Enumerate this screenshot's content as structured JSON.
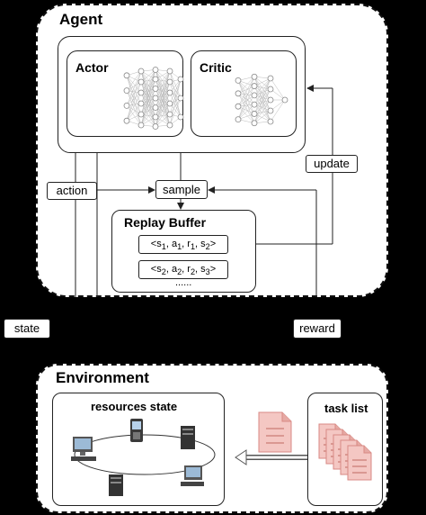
{
  "agent": {
    "title": "Agent",
    "actor_label": "Actor",
    "critic_label": "Critic",
    "sample_label": "sample",
    "action_label": "action",
    "update_label": "update",
    "replay_buffer": {
      "title": "Replay Buffer",
      "tuples": [
        {
          "s": "s",
          "a": "a",
          "r": "r",
          "s2": "s",
          "i1": "1",
          "i2": "1",
          "i3": "1",
          "i4": "2"
        },
        {
          "s": "s",
          "a": "a",
          "r": "r",
          "s2": "s",
          "i1": "2",
          "i2": "2",
          "i3": "2",
          "i4": "3"
        }
      ],
      "ellipsis": "......"
    }
  },
  "state_label": "state",
  "reward_label": "reward",
  "environment": {
    "title": "Environment",
    "resources_state_label": "resources state",
    "task_list_label": "task list"
  },
  "colors": {
    "background": "#000000",
    "panel": "#ffffff",
    "task_doc": "#f4c7c3",
    "task_doc_stroke": "#d88a84"
  }
}
